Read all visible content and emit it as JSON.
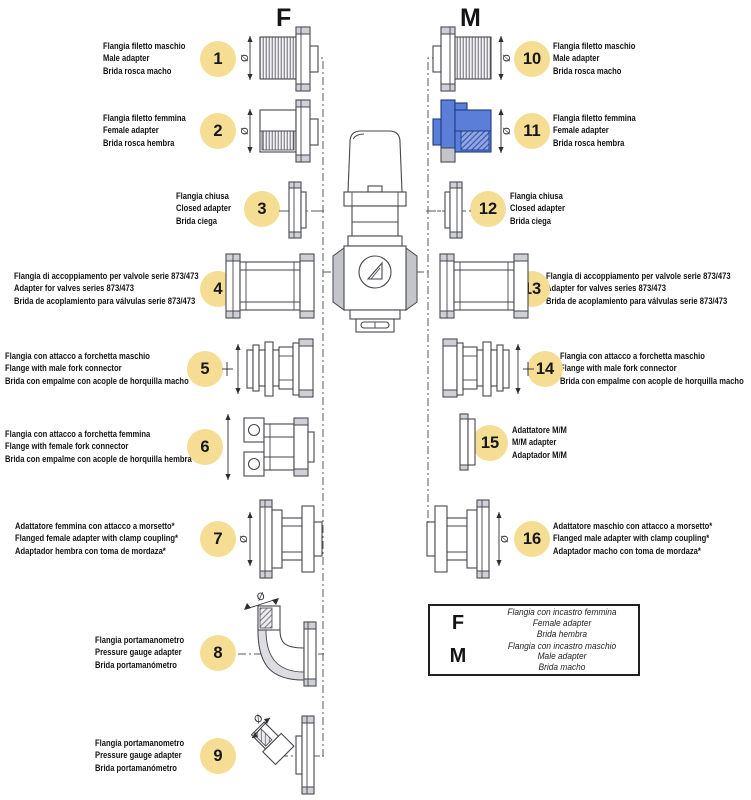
{
  "diagram": {
    "f_header": "F",
    "m_header": "M",
    "diameter_symbol": "Ø",
    "colors": {
      "highlight_blue": "#5b7ed9",
      "badge_yellow": "#f5dd94"
    },
    "items": [
      {
        "number": "1",
        "side": "F",
        "lines": [
          "Flangia filetto maschio",
          "Male adapter",
          "Brida rosca macho"
        ]
      },
      {
        "number": "2",
        "side": "F",
        "lines": [
          "Flangia filetto femmina",
          "Female adapter",
          "Brida rosca hembra"
        ]
      },
      {
        "number": "3",
        "side": "F",
        "lines": [
          "Flangia chiusa",
          "Closed adapter",
          "Brida ciega"
        ]
      },
      {
        "number": "4",
        "side": "F",
        "lines": [
          "Flangia di accoppiamento per valvole serie 873/473",
          "Adapter for valves series 873/473",
          "Brida de acoplamiento para válvulas serie 873/473"
        ]
      },
      {
        "number": "5",
        "side": "F",
        "lines": [
          "Flangia con attacco a forchetta maschio",
          "Flange with male fork connector",
          "Brida con empalme con acople de horquilla macho"
        ]
      },
      {
        "number": "6",
        "side": "F",
        "lines": [
          "Flangia con attacco a forchetta femmina",
          "Flange with female fork connector",
          "Brida con empalme con acople de horquilla hembra"
        ]
      },
      {
        "number": "7",
        "side": "F",
        "lines": [
          "Adattatore femmina con attacco a morsetto*",
          "Flanged female adapter with clamp coupling*",
          "Adaptador hembra con toma de mordaza*"
        ]
      },
      {
        "number": "8",
        "side": "F",
        "lines": [
          "Flangia portamanometro",
          "Pressure gauge adapter",
          "Brida portamanómetro"
        ]
      },
      {
        "number": "9",
        "side": "F",
        "lines": [
          "Flangia portamanometro",
          "Pressure gauge adapter",
          "Brida portamanómetro"
        ]
      },
      {
        "number": "10",
        "side": "M",
        "lines": [
          "Flangia filetto maschio",
          "Male adapter",
          "Brida rosca macho"
        ]
      },
      {
        "number": "11",
        "side": "M",
        "lines": [
          "Flangia filetto femmina",
          "Female adapter",
          "Brida rosca hembra"
        ]
      },
      {
        "number": "12",
        "side": "M",
        "lines": [
          "Flangia chiusa",
          "Closed adapter",
          "Brida ciega"
        ]
      },
      {
        "number": "13",
        "side": "M",
        "lines": [
          "Flangia di accoppiamento per valvole serie 873/473",
          "Adapter for valves series 873/473",
          "Brida de acoplamiento para válvulas serie 873/473"
        ]
      },
      {
        "number": "14",
        "side": "M",
        "lines": [
          "Flangia con attacco a forchetta maschio",
          "Flange with male fork connector",
          "Brida con empalme con acople de horquilla macho"
        ]
      },
      {
        "number": "15",
        "side": "M",
        "lines": [
          "Adattatore M/M",
          "M/M adapter",
          "Adaptador M/M"
        ]
      },
      {
        "number": "16",
        "side": "M",
        "lines": [
          "Adattatore maschio con attacco a morsetto*",
          "Flanged male adapter with clamp coupling*",
          "Adaptador macho con toma de mordaza*"
        ]
      }
    ],
    "legend": {
      "rows": [
        {
          "key": "F",
          "lines": [
            "Flangia con incastro femmina",
            "Female adapter",
            "Brida hembra"
          ]
        },
        {
          "key": "M",
          "lines": [
            "Flangia con incastro maschio",
            "Male adapter",
            "Brida macho"
          ]
        }
      ]
    }
  }
}
